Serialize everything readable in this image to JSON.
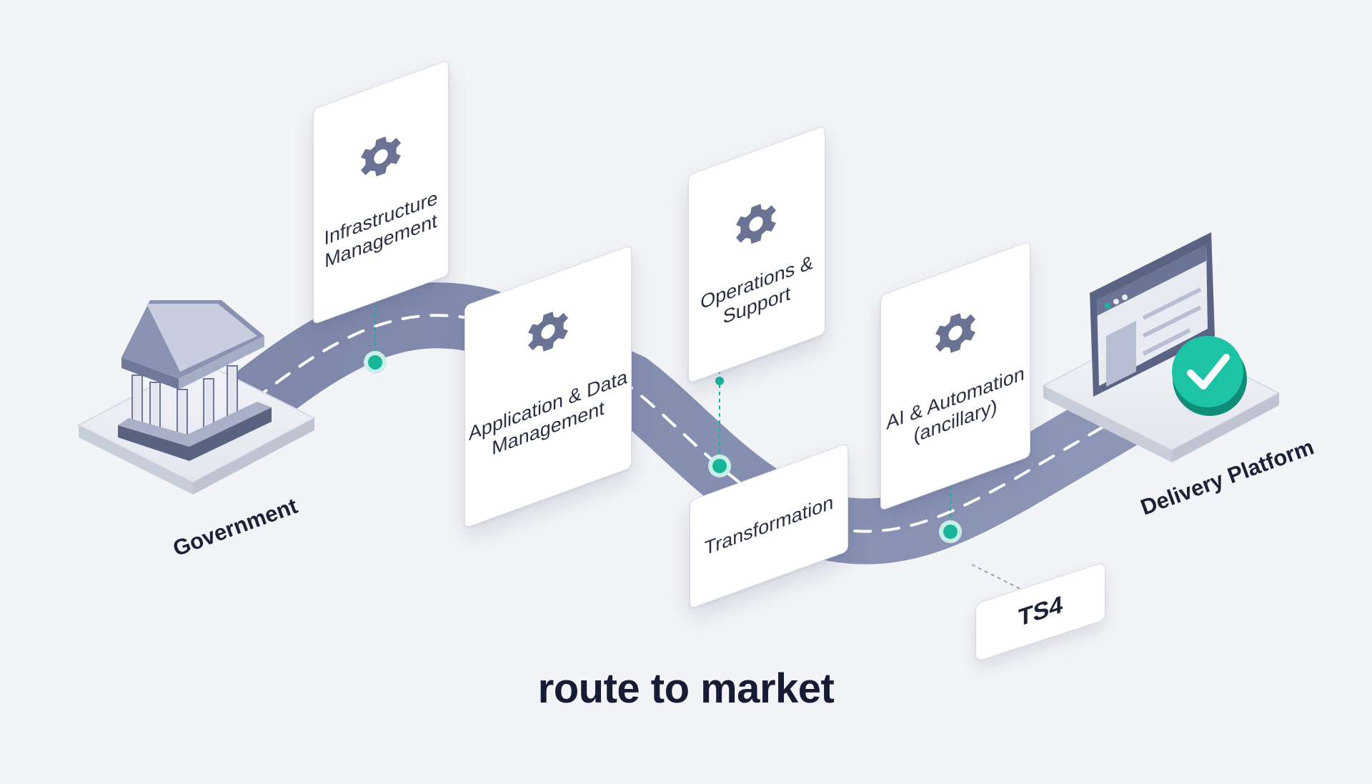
{
  "title": "route to market",
  "nodes": {
    "government": "Government",
    "delivery_platform": "Delivery Platform"
  },
  "cards": {
    "infrastructure": {
      "line1": "Infrastructure",
      "line2": "Management"
    },
    "application": {
      "line1": "Application & Data",
      "line2": "Management"
    },
    "operations": {
      "line1": "Operations &",
      "line2": "Support"
    },
    "ai": {
      "line1": "AI & Automation",
      "line2": "(ancillary)"
    },
    "transformation": {
      "line1": "Transformation"
    }
  },
  "tag": "TS4",
  "icons": [
    "government-building-icon",
    "gear-icon",
    "browser-window-icon",
    "checkmark-icon"
  ],
  "colors": {
    "road": "#8a93b4",
    "road_dashes": "#ffffff",
    "accent_teal": "#19b59a",
    "platform": "#e7e9ef",
    "text_dark": "#151c33"
  }
}
